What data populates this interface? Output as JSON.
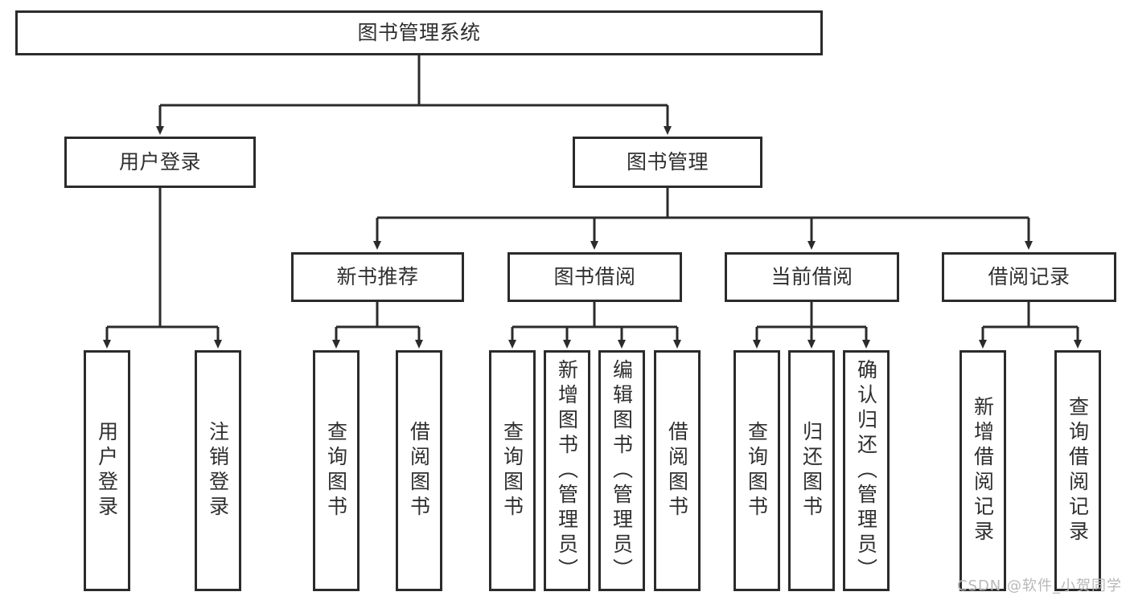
{
  "diagram": {
    "title": "图书管理系统",
    "watermark": "CSDN @软件_小贺同学",
    "style": {
      "box_border_color": "#2b2b2b",
      "box_fill_color": "#ffffff",
      "line_color": "#2b2b2b",
      "text_color": "#2f2f2f",
      "background": "#ffffff",
      "watermark_color": "#b8b8b8"
    },
    "root": {
      "label": "图书管理系统",
      "orientation": "horizontal"
    },
    "level2": [
      {
        "label": "用户登录",
        "orientation": "horizontal"
      },
      {
        "label": "图书管理",
        "orientation": "horizontal"
      }
    ],
    "level3": [
      {
        "label": "新书推荐",
        "orientation": "horizontal",
        "parent": "图书管理"
      },
      {
        "label": "图书借阅",
        "orientation": "horizontal",
        "parent": "图书管理"
      },
      {
        "label": "当前借阅",
        "orientation": "horizontal",
        "parent": "图书管理"
      },
      {
        "label": "借阅记录",
        "orientation": "horizontal",
        "parent": "图书管理"
      }
    ],
    "leaves": [
      {
        "label": "用户登录",
        "orientation": "vertical",
        "parent": "用户登录"
      },
      {
        "label": "注销登录",
        "orientation": "vertical",
        "parent": "用户登录"
      },
      {
        "label": "查询图书",
        "orientation": "vertical",
        "parent": "新书推荐"
      },
      {
        "label": "借阅图书",
        "orientation": "vertical",
        "parent": "新书推荐"
      },
      {
        "label": "查询图书",
        "orientation": "vertical",
        "parent": "图书借阅"
      },
      {
        "label": "新增图书（管理员）",
        "orientation": "vertical",
        "parent": "图书借阅"
      },
      {
        "label": "编辑图书（管理员）",
        "orientation": "vertical",
        "parent": "图书借阅"
      },
      {
        "label": "借阅图书",
        "orientation": "vertical",
        "parent": "图书借阅"
      },
      {
        "label": "查询图书",
        "orientation": "vertical",
        "parent": "当前借阅"
      },
      {
        "label": "归还图书",
        "orientation": "vertical",
        "parent": "当前借阅"
      },
      {
        "label": "确认归还（管理员）",
        "orientation": "vertical",
        "parent": "当前借阅"
      },
      {
        "label": "新增借阅记录",
        "orientation": "vertical",
        "parent": "借阅记录"
      },
      {
        "label": "查询借阅记录",
        "orientation": "vertical",
        "parent": "借阅记录"
      }
    ]
  }
}
